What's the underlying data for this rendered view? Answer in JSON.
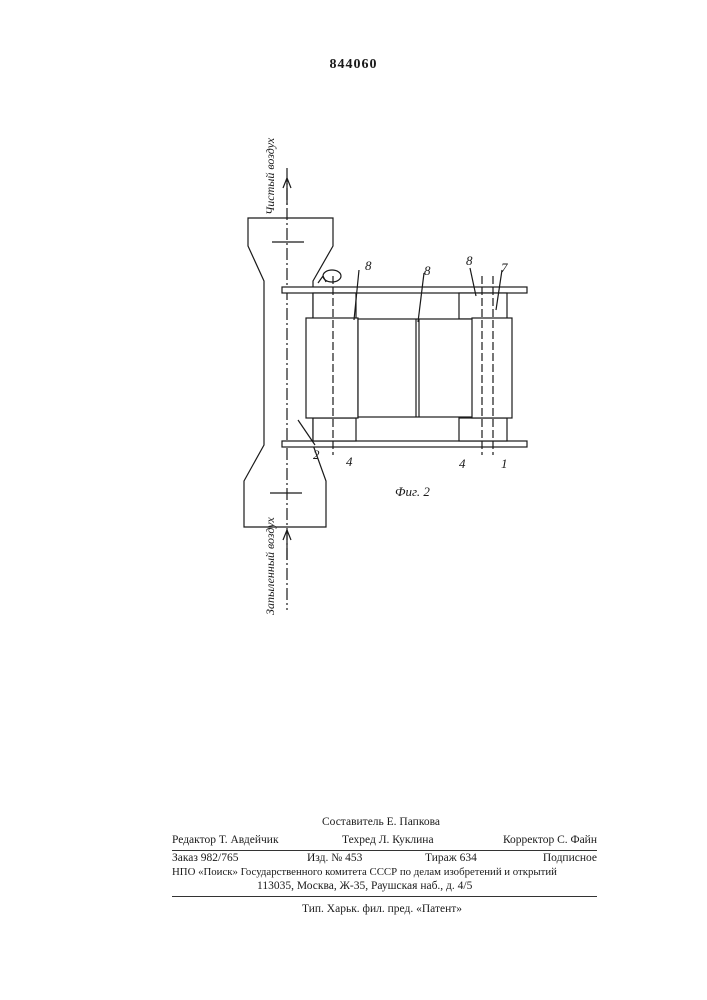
{
  "page_number": "844060",
  "figure": {
    "caption": "Фиг. 2",
    "airflow_out_label": "Чистый воздух",
    "airflow_in_label": "Запыленный воздух",
    "labels": {
      "l8a": "8",
      "l8b": "8",
      "l8c": "8",
      "l7": "7",
      "l2": "2",
      "l4a": "4",
      "l4b": "4",
      "l1": "1"
    }
  },
  "colophon": {
    "compiler": "Составитель Е. Папкова",
    "editor": "Редактор Т. Авдейчик",
    "techred": "Техред Л. Куклина",
    "corrector": "Корректор С. Файн",
    "order": "Заказ 982/765",
    "issue": "Изд. № 453",
    "circulation": "Тираж 634",
    "subscription": "Подписное",
    "org": "НПО «Поиск» Государственного комитета СССР по делам изобретений и открытий",
    "address": "113035, Москва, Ж-35, Раушская наб., д. 4/5",
    "printer": "Тип. Харьк. фил. пред. «Патент»"
  }
}
